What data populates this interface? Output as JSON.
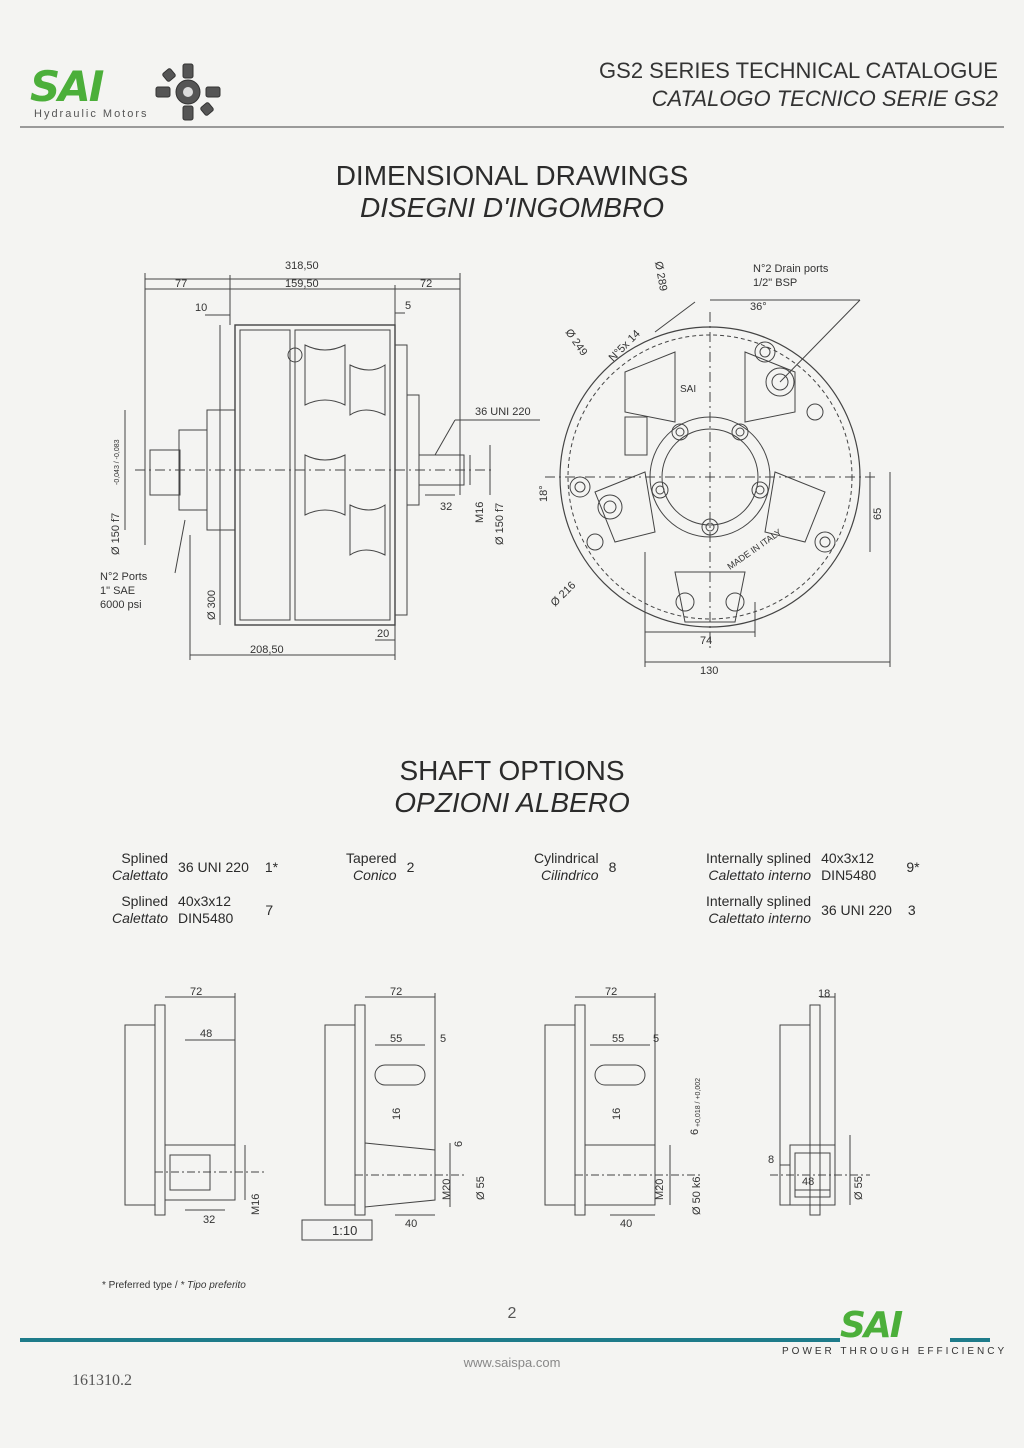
{
  "header": {
    "logo": "SAI",
    "logo_sub": "Hydraulic Motors",
    "title_en": "GS2 SERIES TECHNICAL CATALOGUE",
    "title_it": "CATALOGO TECNICO SERIE GS2"
  },
  "dimensional": {
    "title_en": "DIMENSIONAL DRAWINGS",
    "title_it": "DISEGNI D'INGOMBRO",
    "side": {
      "d_total": "318,50",
      "d_159": "159,50",
      "d_77": "77",
      "d_72": "72",
      "d_10": "10",
      "d_5": "5",
      "shaft": "36 UNI 220",
      "d_32": "32",
      "m16": "M16",
      "d150b": "Ø 150  f7",
      "d150_tol": "-0,043 / -0,083",
      "d150a": "Ø 150  f7",
      "ports": [
        "N°2 Ports",
        "1\" SAE",
        "6000 psi"
      ],
      "d300": "Ø 300",
      "d_20": "20",
      "d_208": "208,50"
    },
    "front": {
      "d289": "Ø 289",
      "d249": "Ø 249",
      "holes": "N°5x 14",
      "drain": [
        "N°2 Drain ports",
        "1/2\" BSP"
      ],
      "ang36": "36°",
      "ang18": "18°",
      "d216": "Ø 216",
      "d65": "65",
      "d74": "74",
      "d130": "130",
      "brand": "SAI",
      "made": "MADE IN ITALY"
    }
  },
  "shaft_options": {
    "title_en": "SHAFT OPTIONS",
    "title_it": "OPZIONI ALBERO",
    "options": [
      {
        "en": "Splined",
        "it": "Calettato",
        "spec": "36 UNI 220",
        "code": "1*"
      },
      {
        "en": "Tapered",
        "it": "Conico",
        "spec": "",
        "code": "2"
      },
      {
        "en": "Cylindrical",
        "it": "Cilindrico",
        "spec": "",
        "code": "8"
      },
      {
        "en": "Internally splined",
        "it": "Calettato interno",
        "spec": "40x3x12",
        "spec2": "DIN5480",
        "code": "9*"
      },
      {
        "en": "Splined",
        "it": "Calettato",
        "spec": "40x3x12",
        "spec2": "DIN5480",
        "code": "7"
      },
      {
        "en": "Internally splined",
        "it": "Calettato interno",
        "spec": "36 UNI 220",
        "code": "3"
      }
    ],
    "drawings": [
      {
        "d_top": "72",
        "d_in": "48",
        "d_bot": "32",
        "d_side": "M16"
      },
      {
        "d_top": "72",
        "d_in": "55",
        "d_5": "5",
        "d_16": "16",
        "d_6": "6",
        "m20": "M20",
        "dia": "Ø 55",
        "d_40": "40",
        "taper": "1:10"
      },
      {
        "d_top": "72",
        "d_in": "55",
        "d_5": "5",
        "d_16": "16",
        "d_6": "6",
        "m20": "M20",
        "dia": "Ø 50  k6",
        "tol": "+0,018 / +0,002",
        "d_40": "40"
      },
      {
        "d_top": "18",
        "d_8": "8",
        "d_in": "48",
        "dia": "Ø 55"
      }
    ]
  },
  "footer": {
    "preferred_en": "* Preferred type / ",
    "preferred_it": "* Tipo preferito",
    "page": "2",
    "logo": "SAI",
    "tagline": "POWER THROUGH EFFICIENCY",
    "site": "www.saispa.com",
    "docno": "161310.2"
  }
}
